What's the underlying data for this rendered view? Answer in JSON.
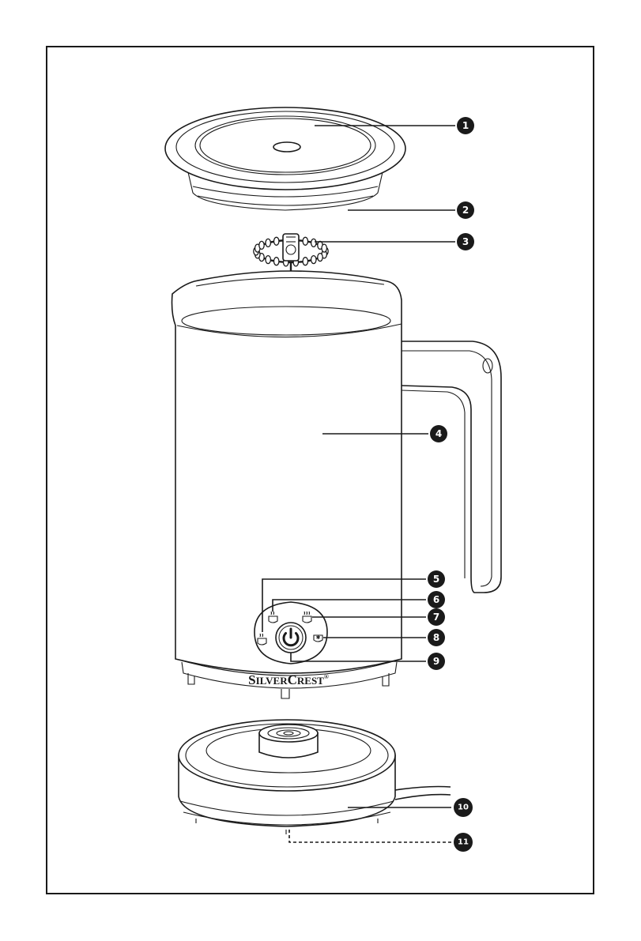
{
  "brand": {
    "name_part1": "S",
    "name_part2": "ILVER",
    "name_part3": "C",
    "name_part4": "REST",
    "registered": "®"
  },
  "callouts": [
    {
      "number": "1",
      "part": "lid"
    },
    {
      "number": "2",
      "part": "lid-seal"
    },
    {
      "number": "3",
      "part": "whisk"
    },
    {
      "number": "4",
      "part": "jug"
    },
    {
      "number": "5",
      "part": "indicator-light-warm-foam"
    },
    {
      "number": "6",
      "part": "indicator-light-warm-milk"
    },
    {
      "number": "7",
      "part": "indicator-light-hot-milk"
    },
    {
      "number": "8",
      "part": "indicator-light-cold-foam"
    },
    {
      "number": "9",
      "part": "power-button"
    },
    {
      "number": "10",
      "part": "base"
    },
    {
      "number": "11",
      "part": "cable-storage"
    }
  ],
  "colors": {
    "line": "#1a1a1a",
    "background": "#ffffff",
    "badge": "#1a1a1a"
  }
}
